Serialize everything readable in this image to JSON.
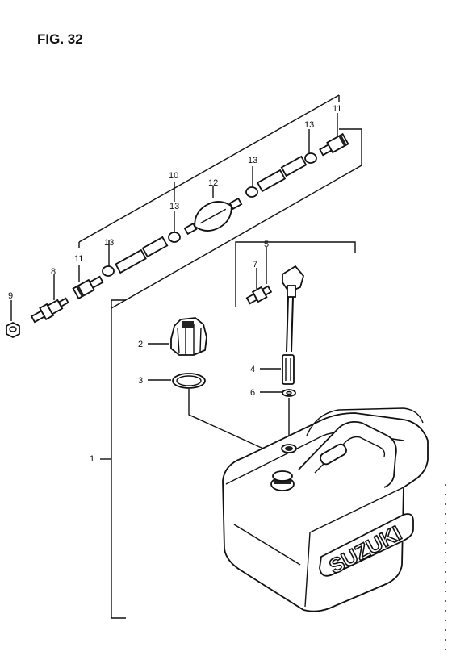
{
  "figure": {
    "title": "FIG. 32"
  },
  "callouts": {
    "p1": "1",
    "p2": "2",
    "p3": "3",
    "p4": "4",
    "p5": "5",
    "p6": "6",
    "p7": "7",
    "p8": "8",
    "p9": "9",
    "p10": "10",
    "p11a": "11",
    "p11b": "11",
    "p12": "12",
    "p13a": "13",
    "p13b": "13",
    "p13c": "13",
    "p13d": "13"
  },
  "tank": {
    "brand_text": "SUZUKI"
  }
}
